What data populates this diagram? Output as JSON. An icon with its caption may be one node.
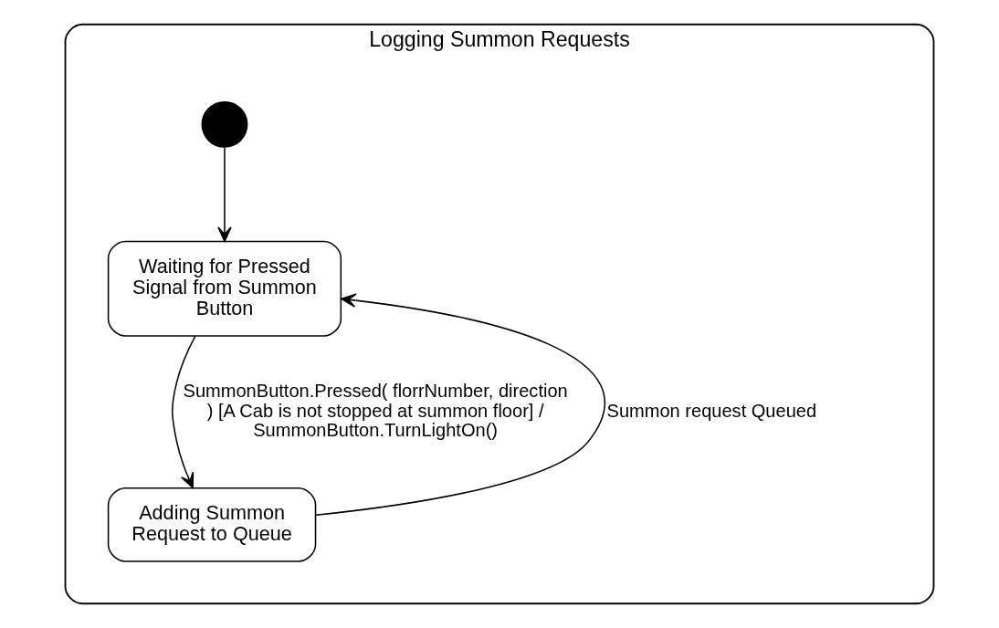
{
  "diagram": {
    "nodes": [
      {
        "text": [
          "Logging Summon Requests"
        ]
      },
      {
        "text": [],
        "shape": "circle",
        "in": 0
      },
      {
        "text": [
          "Waiting for Pressed Signal from Summon Button"
        ],
        "in": 0
      },
      {
        "text": [
          "Adding Summon Request to Queue"
        ],
        "in": 0
      }
    ],
    "edges": [
      {
        "from": 1,
        "to": 2,
        "arrow": "to"
      },
      {
        "from": 2,
        "to": 3,
        "arrow": "to",
        "label": "SummonButton.Pressed( florrNumber, direction ) [A Cab is not stopped at summon floor] / SummonButton.TurnLightOn()"
      },
      {
        "from": 3,
        "to": 2,
        "arrow": "to",
        "label": "Summon request Queued"
      }
    ]
  }
}
